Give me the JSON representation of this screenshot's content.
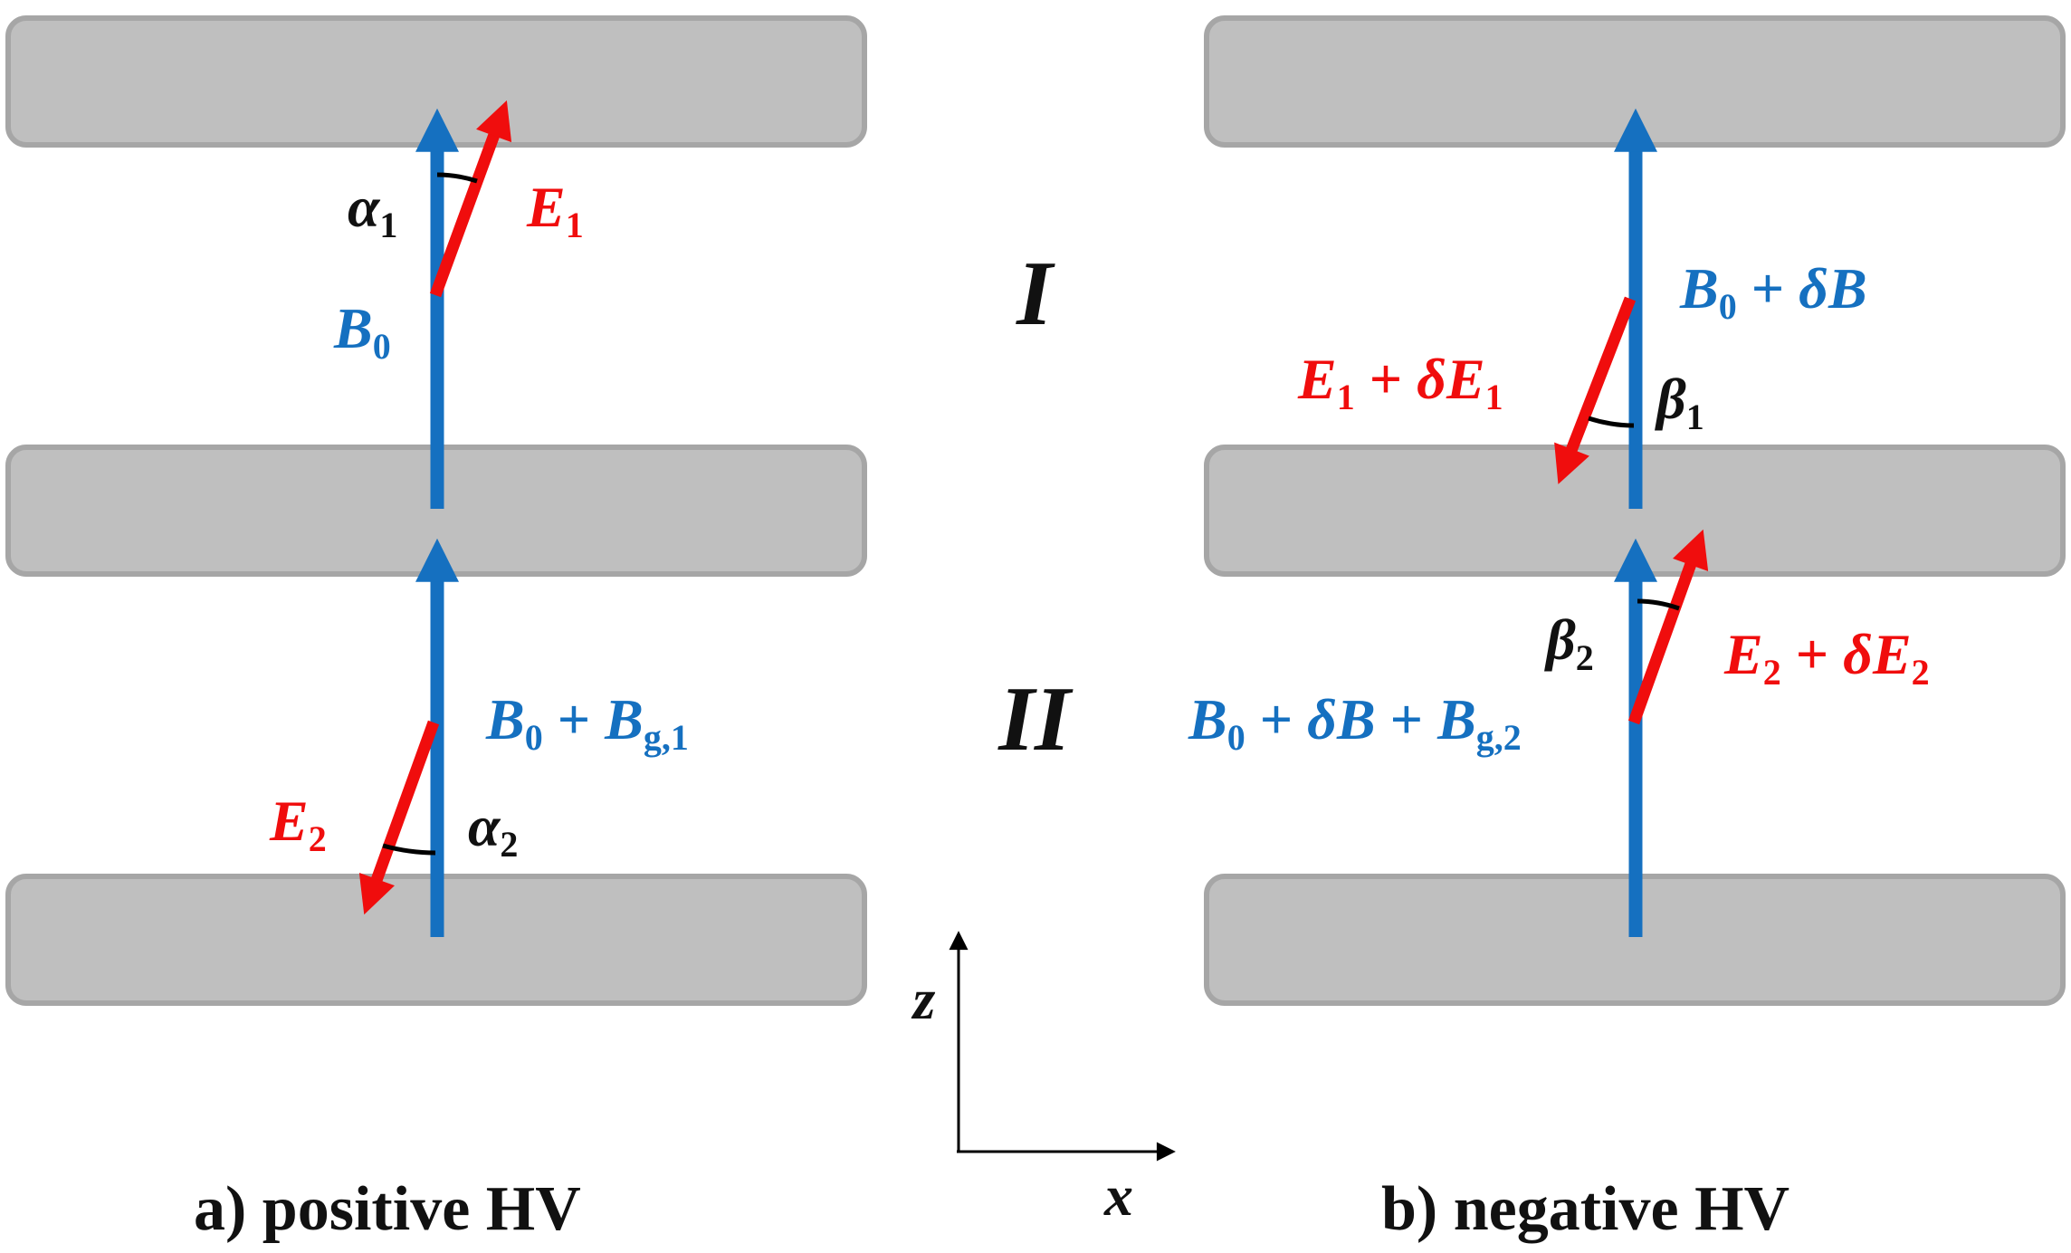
{
  "colors": {
    "field_b": "#1570C0",
    "field_e": "#F00D0D",
    "plate_fill": "#BFBFBF",
    "plate_stroke": "#A6A6A6",
    "text": "#111111"
  },
  "regions": {
    "upper": "I",
    "lower": "II"
  },
  "axes": {
    "vertical": "z",
    "horizontal": "x"
  },
  "panel_a": {
    "caption": "a)  positive HV",
    "upper": {
      "b": {
        "main": "B",
        "sub": "0"
      },
      "e": {
        "main": "E",
        "sub": "1"
      },
      "angle": {
        "main": "α",
        "sub": "1"
      }
    },
    "lower": {
      "b": {
        "parts": [
          "B",
          "0",
          " + ",
          "B",
          "g,1"
        ]
      },
      "e": {
        "main": "E",
        "sub": "2"
      },
      "angle": {
        "main": "α",
        "sub": "2"
      }
    }
  },
  "panel_b": {
    "caption": "b)  negative HV",
    "upper": {
      "b": {
        "parts": [
          "B",
          "0",
          " + ",
          "δB"
        ]
      },
      "e": {
        "parts": [
          "E",
          "1",
          " + ",
          "δE",
          "1"
        ]
      },
      "angle": {
        "main": "β",
        "sub": "1"
      }
    },
    "lower": {
      "b": {
        "parts": [
          "B",
          "0",
          " + ",
          "δB",
          " + ",
          "B",
          "g,2"
        ]
      },
      "e": {
        "parts": [
          "E",
          "2",
          " + ",
          "δE",
          "2"
        ]
      },
      "angle": {
        "main": "β",
        "sub": "2"
      }
    }
  }
}
